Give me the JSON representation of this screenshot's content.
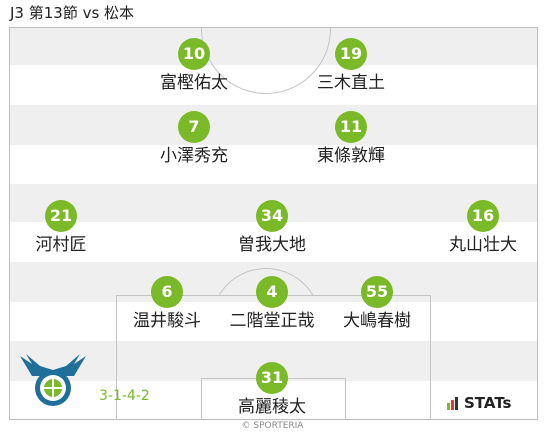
{
  "header": {
    "title": "J3 第13節 vs 松本"
  },
  "team": {
    "formation": "3-1-4-2",
    "accent_color": "#7ab928",
    "emblem": "club-crest-icon",
    "players": [
      {
        "number": "10",
        "name": "富樫佑太"
      },
      {
        "number": "19",
        "name": "三木直土"
      },
      {
        "number": "7",
        "name": "小澤秀充"
      },
      {
        "number": "11",
        "name": "東條敦輝"
      },
      {
        "number": "21",
        "name": "河村匠"
      },
      {
        "number": "34",
        "name": "曽我大地"
      },
      {
        "number": "16",
        "name": "丸山壮大"
      },
      {
        "number": "6",
        "name": "温井駿斗"
      },
      {
        "number": "4",
        "name": "二階堂正哉"
      },
      {
        "number": "55",
        "name": "大嶋春樹"
      },
      {
        "number": "31",
        "name": "高麗稜太"
      }
    ]
  },
  "branding": {
    "stats_logo": "STATs",
    "copyright": "© SPORTERIA"
  }
}
